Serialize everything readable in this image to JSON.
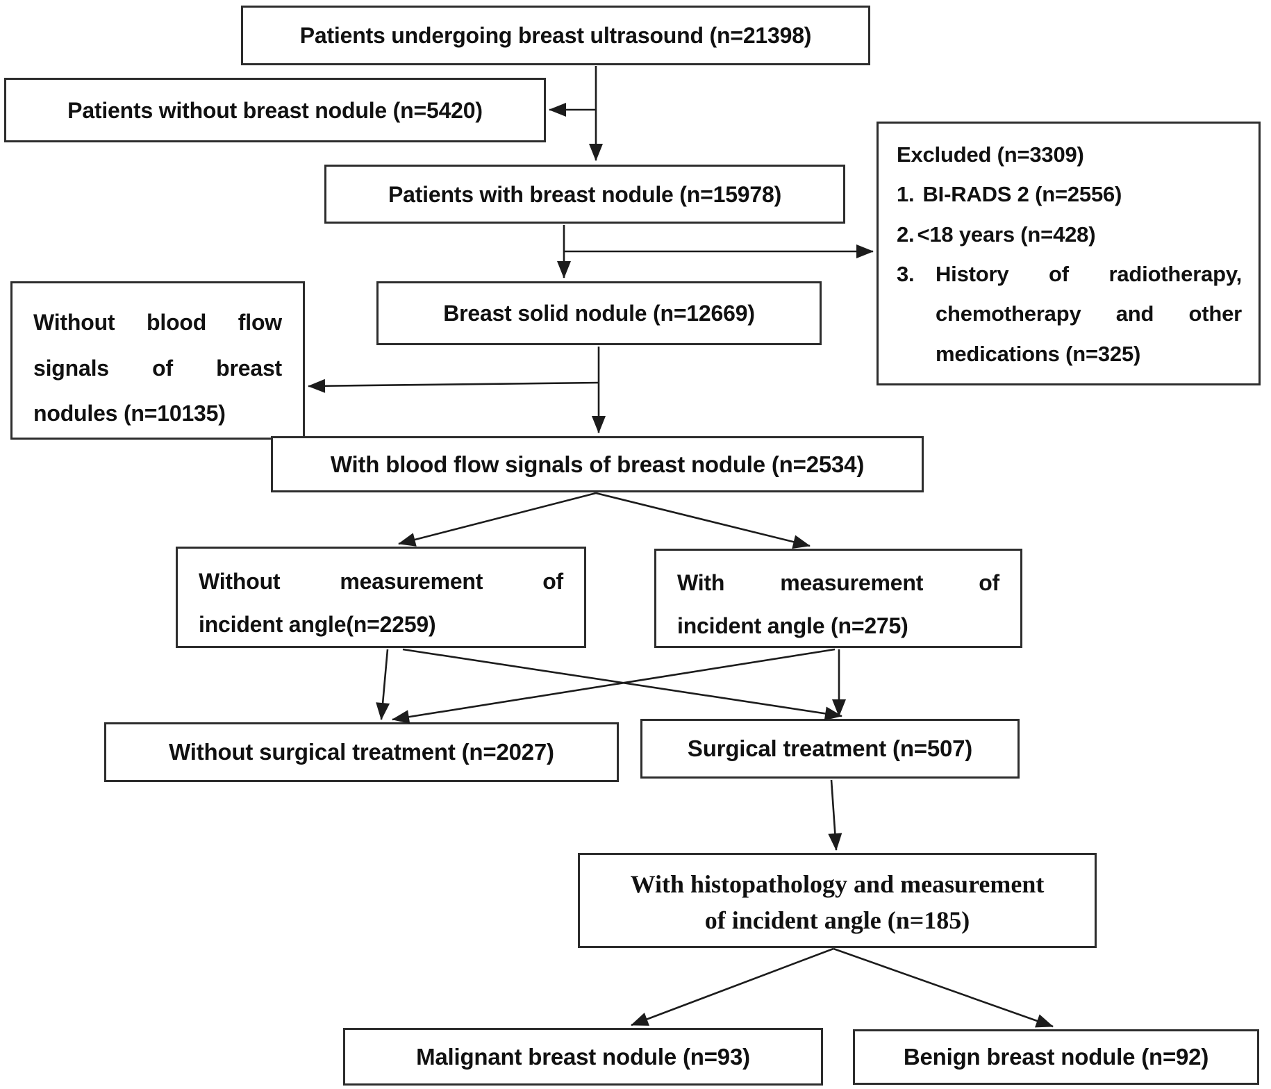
{
  "colors": {
    "background": "#ffffff",
    "border": "#2d2d2d",
    "line": "#1c1c1c",
    "text": "#111111"
  },
  "nodes": {
    "ultrasound": {
      "text": "Patients undergoing breast ultrasound (n=21398)"
    },
    "without_nodule": {
      "text": "Patients without breast nodule (n=5420)"
    },
    "with_nodule": {
      "text": "Patients with breast nodule (n=15978)"
    },
    "excluded": {
      "heading": "Excluded (n=3309)",
      "items": [
        {
          "marker": "1.",
          "text": "BI-RADS 2 (n=2556)"
        },
        {
          "marker": "2.",
          "text": "<18 years (n=428)"
        },
        {
          "marker": "3.",
          "lines": [
            "History of radiotherapy,",
            "chemotherapy and other",
            "medications (n=325)"
          ]
        }
      ]
    },
    "without_blood_flow": {
      "lines": [
        "Without blood flow",
        "signals of breast",
        "nodules (n=10135)"
      ]
    },
    "solid_nodule": {
      "text": "Breast solid nodule (n=12669)"
    },
    "with_blood_flow": {
      "text": "With blood flow signals of breast nodule (n=2534)"
    },
    "without_angle": {
      "lines": [
        "Without measurement of",
        "incident angle(n=2259)"
      ]
    },
    "with_angle": {
      "lines": [
        "With measurement of",
        "incident angle (n=275)"
      ]
    },
    "without_surgery": {
      "text": "Without surgical treatment (n=2027)"
    },
    "surgery": {
      "text": "Surgical treatment (n=507)"
    },
    "histopathology": {
      "lines": [
        "With histopathology and measurement",
        "of incident angle (n=185)"
      ]
    },
    "malignant": {
      "text": "Malignant breast nodule (n=93)"
    },
    "benign": {
      "text": "Benign breast nodule (n=92)"
    }
  },
  "edges": [
    {
      "from": "ultrasound",
      "to": "without_nodule"
    },
    {
      "from": "ultrasound",
      "to": "with_nodule"
    },
    {
      "from": "with_nodule",
      "to": "excluded"
    },
    {
      "from": "with_nodule",
      "to": "solid_nodule"
    },
    {
      "from": "solid_nodule",
      "to": "without_blood_flow"
    },
    {
      "from": "solid_nodule",
      "to": "with_blood_flow"
    },
    {
      "from": "with_blood_flow",
      "to": "without_angle"
    },
    {
      "from": "with_blood_flow",
      "to": "with_angle"
    },
    {
      "from": "without_angle",
      "to": "without_surgery"
    },
    {
      "from": "without_angle",
      "to": "surgery"
    },
    {
      "from": "with_angle",
      "to": "without_surgery"
    },
    {
      "from": "with_angle",
      "to": "surgery"
    },
    {
      "from": "surgery",
      "to": "histopathology"
    },
    {
      "from": "histopathology",
      "to": "malignant"
    },
    {
      "from": "histopathology",
      "to": "benign"
    }
  ]
}
